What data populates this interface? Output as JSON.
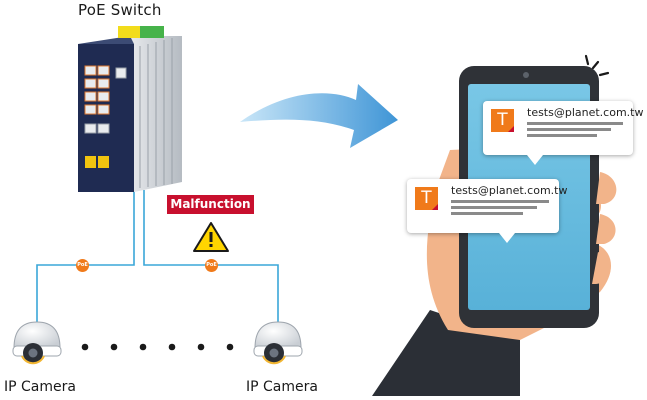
{
  "title": "PoE Switch",
  "alert": {
    "label": "Malfunction",
    "icon": "warning-icon"
  },
  "poe_badge": "PoE",
  "cameras": [
    {
      "label": "IP Camera",
      "icon": "dome-camera-icon"
    },
    {
      "label": "IP Camera",
      "icon": "dome-camera-icon"
    }
  ],
  "notifications": [
    {
      "avatar": "T",
      "email": "tests@planet.com.tw"
    },
    {
      "avatar": "T",
      "email": "tests@planet.com.tw"
    }
  ],
  "colors": {
    "cable": "#3aa7d8",
    "poe": "#f07a1a",
    "alert": "#c8102e",
    "arrow": "#4a9fd8",
    "phone_screen": "#62b9dc"
  }
}
